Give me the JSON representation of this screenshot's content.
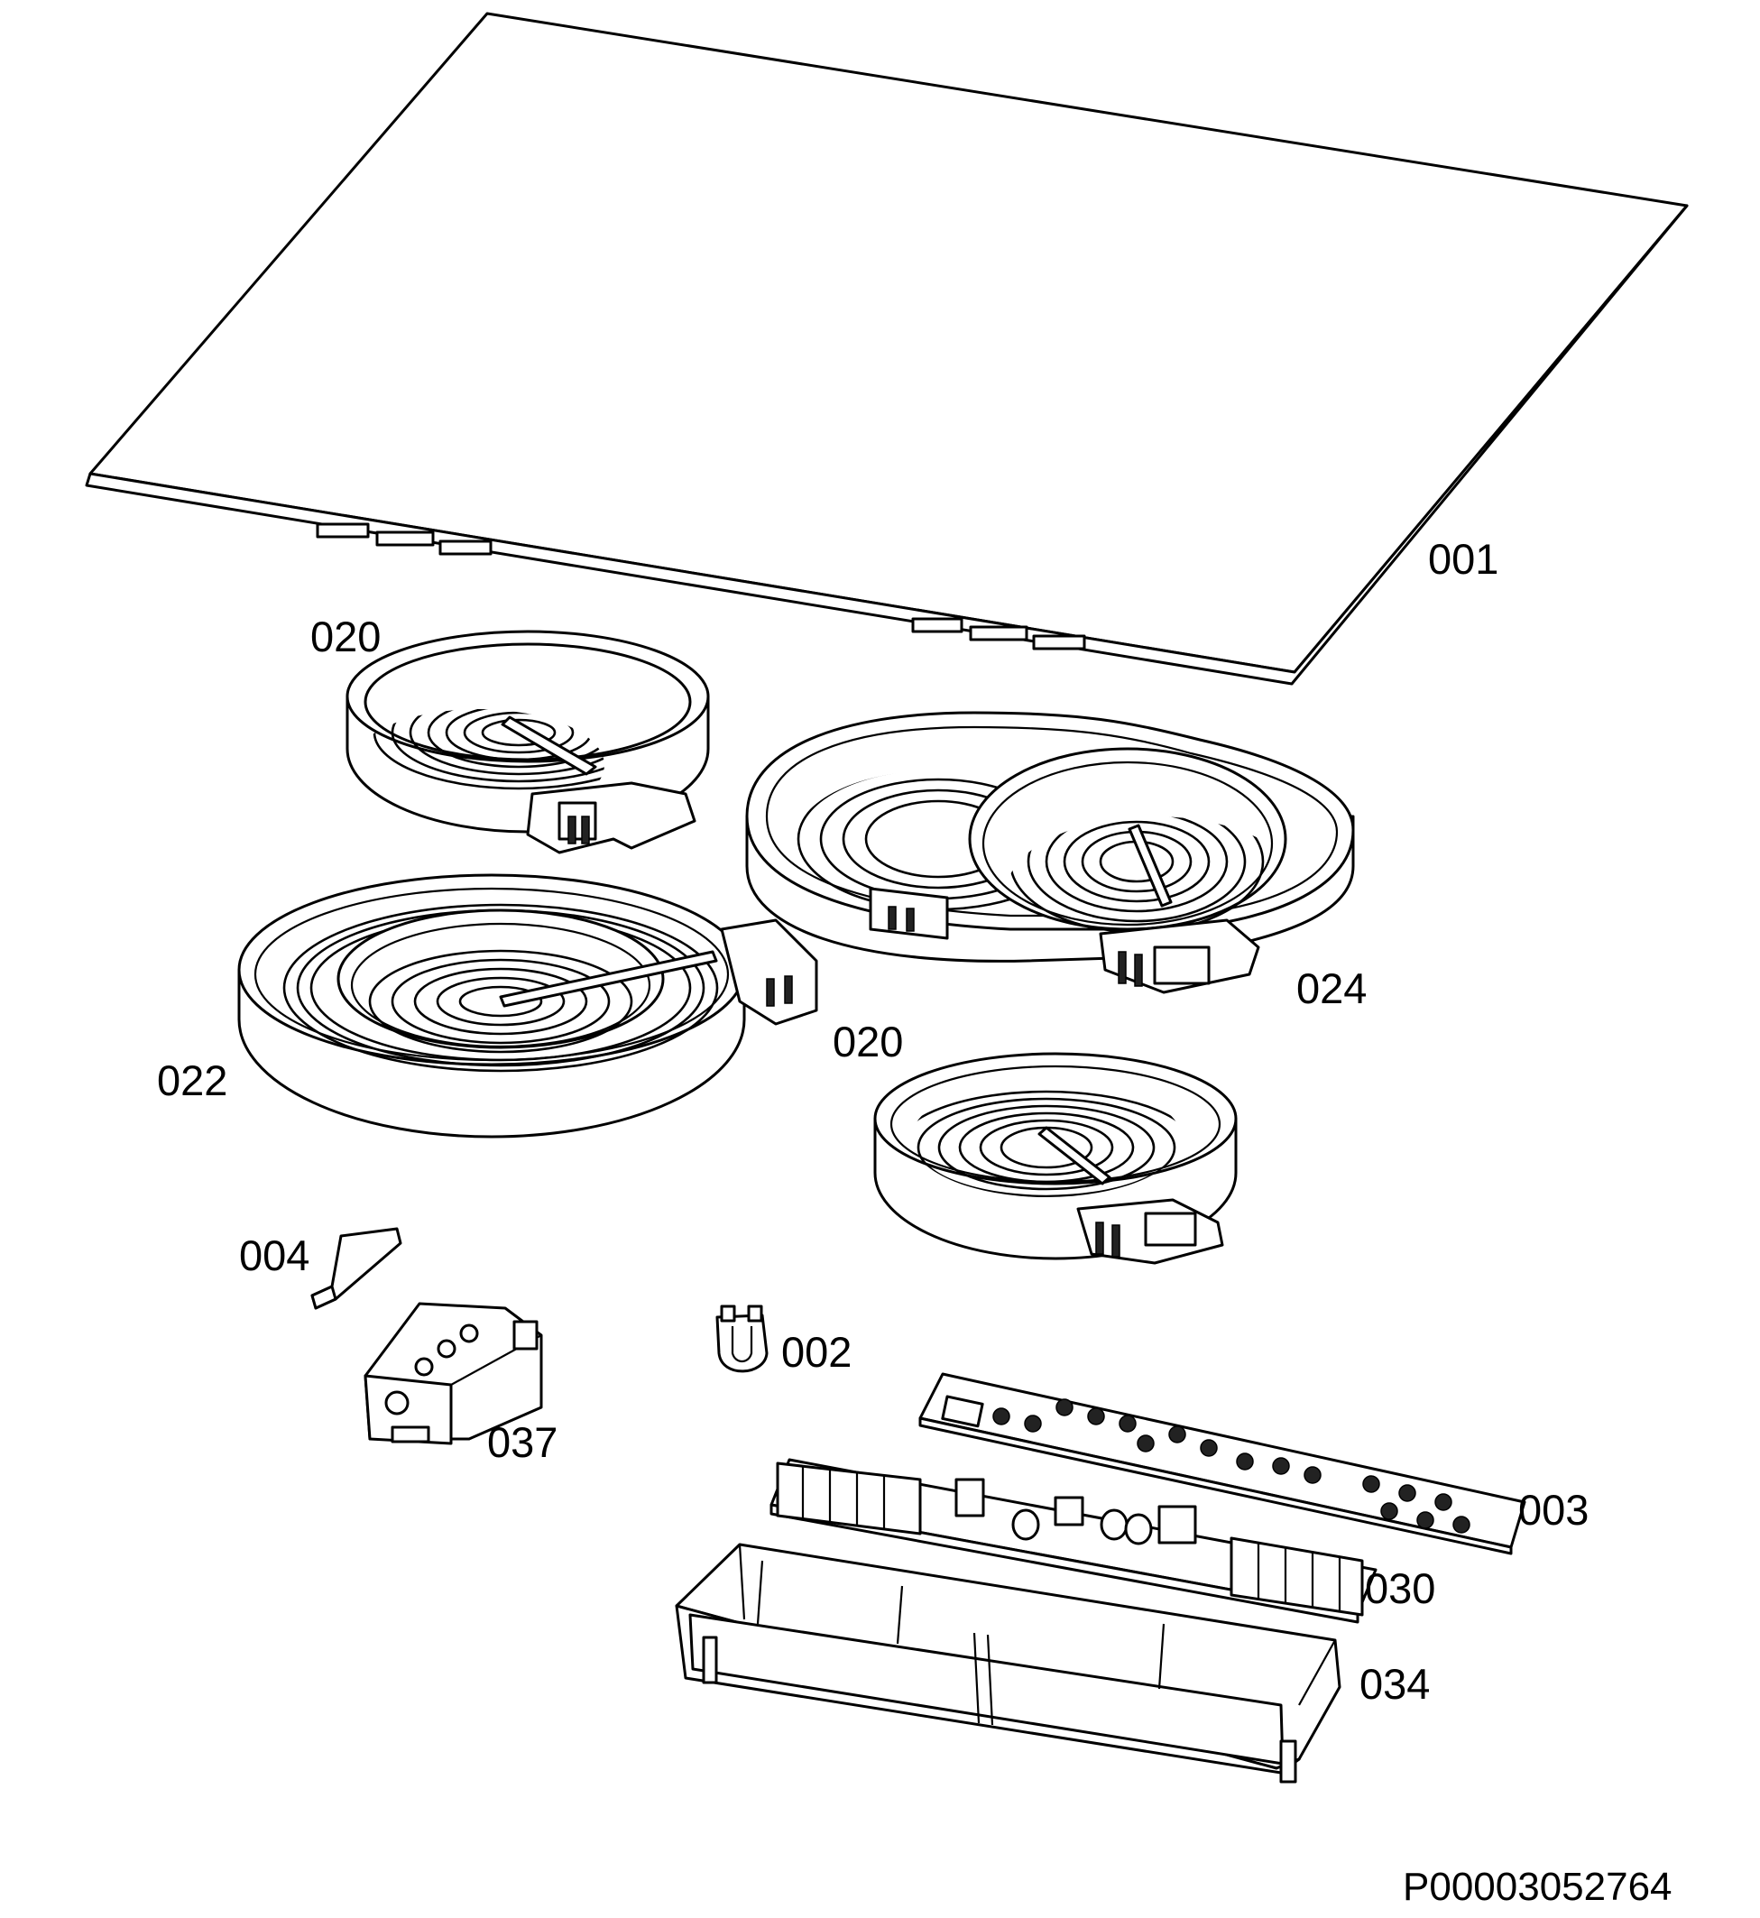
{
  "diagram": {
    "parts": [
      {
        "id": "glass-top",
        "label": "001"
      },
      {
        "id": "hotplate-rear-left",
        "label": "020"
      },
      {
        "id": "hotplate-oval",
        "label": "024"
      },
      {
        "id": "hotplate-dual",
        "label": "022"
      },
      {
        "id": "hotplate-front-right",
        "label": "020"
      },
      {
        "id": "connector-strip",
        "label": "004"
      },
      {
        "id": "terminal-block",
        "label": "037"
      },
      {
        "id": "clip",
        "label": "002"
      },
      {
        "id": "touch-control-board",
        "label": "003"
      },
      {
        "id": "power-board",
        "label": "030"
      },
      {
        "id": "board-housing",
        "label": "034"
      }
    ],
    "drawing_number": "P00003052764"
  }
}
